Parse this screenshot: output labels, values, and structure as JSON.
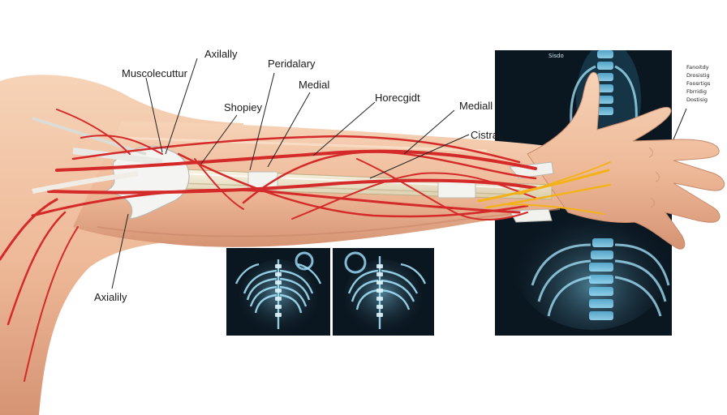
{
  "labels": {
    "axillary_top": "Axilally",
    "musculocutaneous": "Muscolecuttur",
    "peridalary": "Peridalary",
    "medial_upper": "Medial",
    "shopiey": "Shopiey",
    "horecgidt": "Horecgidt",
    "medial_right": "Mediall",
    "cistral": "Cistral",
    "axillary_bottom": "Axialily"
  },
  "xray_panel": {
    "corner_label": "Sisdo"
  },
  "legend": {
    "items": [
      "Fanoitdy",
      "Drosistig",
      "Foosrtigs",
      "Fbrridig",
      "Dostisig"
    ]
  },
  "colors": {
    "skin": "#f0c2a3",
    "skin_shadow": "#d89a7c",
    "artery": "#d42a2a",
    "nerve_yellow": "#f3b219",
    "bone": "#efe6cf",
    "xray_bg": "#0a1620",
    "xray_bone": "#7fd0f0"
  }
}
